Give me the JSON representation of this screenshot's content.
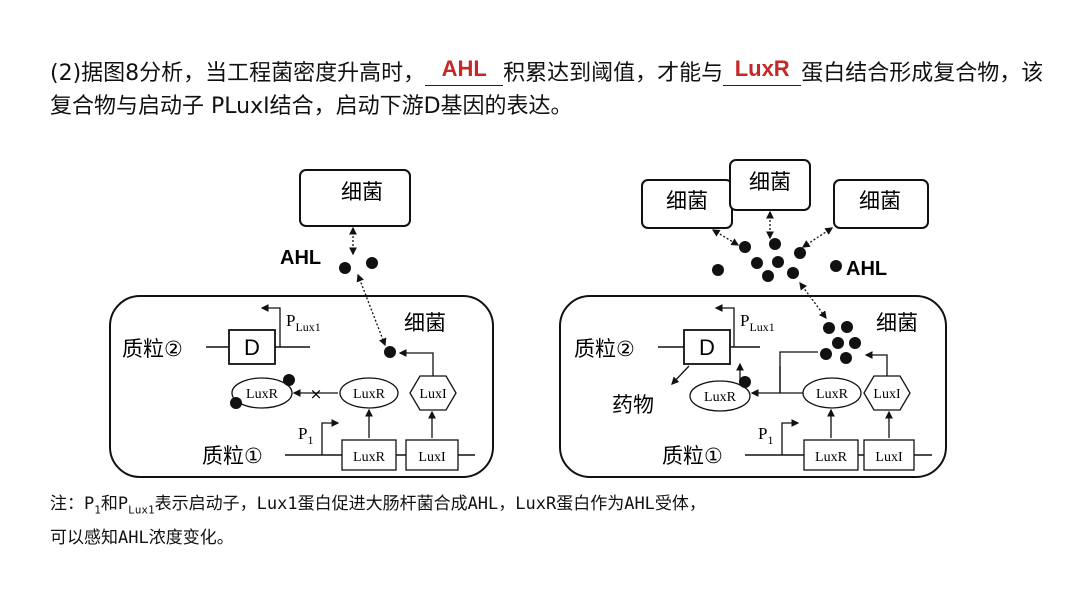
{
  "question": {
    "prefix": "(2)据图8分析，当工程菌密度升高时，",
    "blank1": "AHL",
    "middle": "积累达到阈值，才能与",
    "blank2": "LuxR",
    "suffix": "蛋白结合形成复合物，该复合物与启动子 PLuxI结合，启动下游D基因的表达。"
  },
  "left_diagram": {
    "outer_bacteria": [
      "细菌"
    ],
    "ahl_label": "AHL",
    "cell_label": "细菌",
    "plasmid2": "质粒②",
    "plasmid1": "质粒①",
    "gene_d": "D",
    "promoter_plux": "P",
    "promoter_plux_sub": "Lux1",
    "promoter_p1": "P",
    "promoter_p1_sub": "1",
    "gene_luxr": "LuxR",
    "gene_luxi": "LuxI",
    "protein_luxr_free": "LuxR",
    "protein_luxr_bound": "LuxR",
    "protein_luxi": "LuxI",
    "cross_mark": "×"
  },
  "right_diagram": {
    "outer_bacteria": [
      "细菌",
      "细菌",
      "细菌"
    ],
    "ahl_label": "AHL",
    "cell_label": "细菌",
    "plasmid2": "质粒②",
    "plasmid1": "质粒①",
    "gene_d": "D",
    "drug_label": "药物",
    "promoter_plux": "P",
    "promoter_plux_sub": "Lux1",
    "promoter_p1": "P",
    "promoter_p1_sub": "1",
    "gene_luxr": "LuxR",
    "gene_luxi": "LuxI",
    "protein_luxr_free": "LuxR",
    "protein_luxr_bound": "LuxR",
    "protein_luxi": "LuxI"
  },
  "note": {
    "line1_a": "注：P",
    "line1_sub1": "1",
    "line1_b": "和P",
    "line1_sub2": "Lux1",
    "line1_c": "表示启动子，Lux1蛋白促进大肠杆菌合成AHL，LuxR蛋白作为AHL受体，",
    "line2": "可以感知AHL浓度变化。"
  },
  "colors": {
    "answer": "#c62828",
    "text": "#111111"
  }
}
